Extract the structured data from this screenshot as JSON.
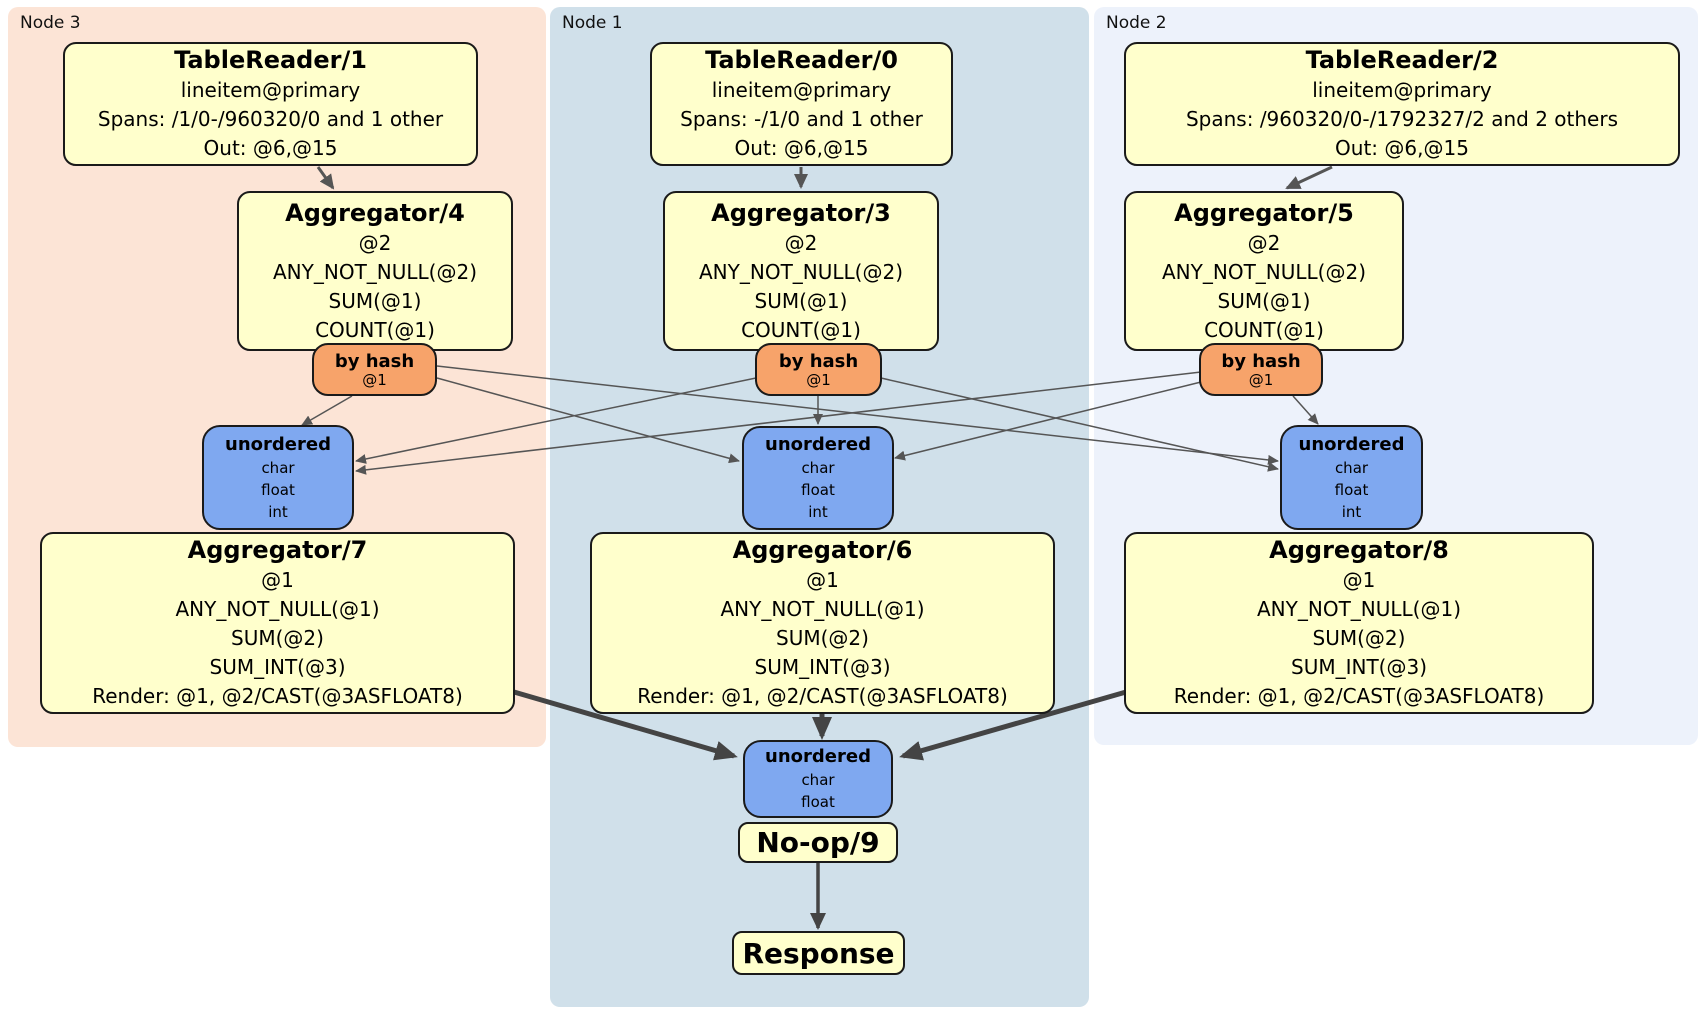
{
  "regions": {
    "node3": {
      "label": "Node 3"
    },
    "node1": {
      "label": "Node 1"
    },
    "node2": {
      "label": "Node 2"
    }
  },
  "colors": {
    "node3_bg": "#fce4d6",
    "node1_bg": "#d0e0ea",
    "node2_bg": "#edf2fb",
    "processor_bg": "#ffffcc",
    "router_bg": "#f7a36a",
    "sync_bg": "#7fa8f0",
    "edge_thin": "#555555",
    "edge_thick": "#444444"
  },
  "processors": {
    "tr1": {
      "title": "TableReader/1",
      "lines": [
        "lineitem@primary",
        "Spans: /1/0-/960320/0 and 1 other",
        "Out: @6,@15"
      ]
    },
    "tr0": {
      "title": "TableReader/0",
      "lines": [
        "lineitem@primary",
        "Spans: -/1/0 and 1 other",
        "Out: @6,@15"
      ]
    },
    "tr2": {
      "title": "TableReader/2",
      "lines": [
        "lineitem@primary",
        "Spans: /960320/0-/1792327/2 and 2 others",
        "Out: @6,@15"
      ]
    },
    "agg4": {
      "title": "Aggregator/4",
      "lines": [
        "@2",
        "ANY_NOT_NULL(@2)",
        "SUM(@1)",
        "COUNT(@1)"
      ]
    },
    "agg3": {
      "title": "Aggregator/3",
      "lines": [
        "@2",
        "ANY_NOT_NULL(@2)",
        "SUM(@1)",
        "COUNT(@1)"
      ]
    },
    "agg5": {
      "title": "Aggregator/5",
      "lines": [
        "@2",
        "ANY_NOT_NULL(@2)",
        "SUM(@1)",
        "COUNT(@1)"
      ]
    },
    "agg7": {
      "title": "Aggregator/7",
      "lines": [
        "@1",
        "ANY_NOT_NULL(@1)",
        "SUM(@2)",
        "SUM_INT(@3)",
        "Render: @1, @2/CAST(@3ASFLOAT8)"
      ]
    },
    "agg6": {
      "title": "Aggregator/6",
      "lines": [
        "@1",
        "ANY_NOT_NULL(@1)",
        "SUM(@2)",
        "SUM_INT(@3)",
        "Render: @1, @2/CAST(@3ASFLOAT8)"
      ]
    },
    "agg8": {
      "title": "Aggregator/8",
      "lines": [
        "@1",
        "ANY_NOT_NULL(@1)",
        "SUM(@2)",
        "SUM_INT(@3)",
        "Render: @1, @2/CAST(@3ASFLOAT8)"
      ]
    },
    "noop": {
      "title": "No-op/9"
    },
    "response": {
      "title": "Response"
    }
  },
  "routers": {
    "byhash3": {
      "title": "by hash",
      "detail": "@1"
    },
    "byhash1": {
      "title": "by hash",
      "detail": "@1"
    },
    "byhash2": {
      "title": "by hash",
      "detail": "@1"
    }
  },
  "syncs": {
    "sync3": {
      "title": "unordered",
      "lines": [
        "char",
        "float",
        "int"
      ]
    },
    "sync1": {
      "title": "unordered",
      "lines": [
        "char",
        "float",
        "int"
      ]
    },
    "sync2": {
      "title": "unordered",
      "lines": [
        "char",
        "float",
        "int"
      ]
    },
    "syncFinal": {
      "title": "unordered",
      "lines": [
        "char",
        "float"
      ]
    }
  }
}
